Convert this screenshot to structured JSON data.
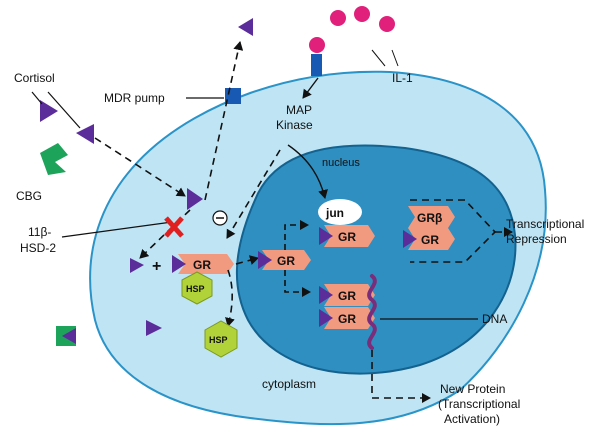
{
  "labels": {
    "cortisol": "Cortisol",
    "cbg": "CBG",
    "hsd_line1": "11β-",
    "hsd_line2": "HSD-2",
    "mdr_pump": "MDR pump",
    "il1": "IL-1",
    "map_line1": "MAP",
    "map_line2": "Kinase",
    "nucleus": "nucleus",
    "jun": "jun",
    "gr": "GR",
    "gr_beta": "GRβ",
    "hsp": "HSP",
    "plus": "+",
    "minus": "⊖",
    "x_mark": "X",
    "cytoplasm": "cytoplasm",
    "dna": "DNA",
    "transcriptional_repression_line1": "Transcriptional",
    "transcriptional_repression_line2": "Repression",
    "new_protein_line1": "New Protein",
    "new_protein_line2": "(Transcriptional",
    "new_protein_line3": "Activation)"
  },
  "colors": {
    "cytoplasm_fill": "#bfe4f4",
    "cell_border": "#2a93c8",
    "nucleus_fill": "#2e8fc0",
    "nucleus_border": "#13628f",
    "ligand": "#5b2d9a",
    "gr_fill": "#f19a80",
    "hsp_fill": "#b2d23a",
    "cbg_green": "#1ea35a",
    "il1_pink": "#e0207a",
    "mdr_blue": "#1859b3",
    "dna_purple": "#7a2d7a",
    "x_red": "#e02020"
  }
}
